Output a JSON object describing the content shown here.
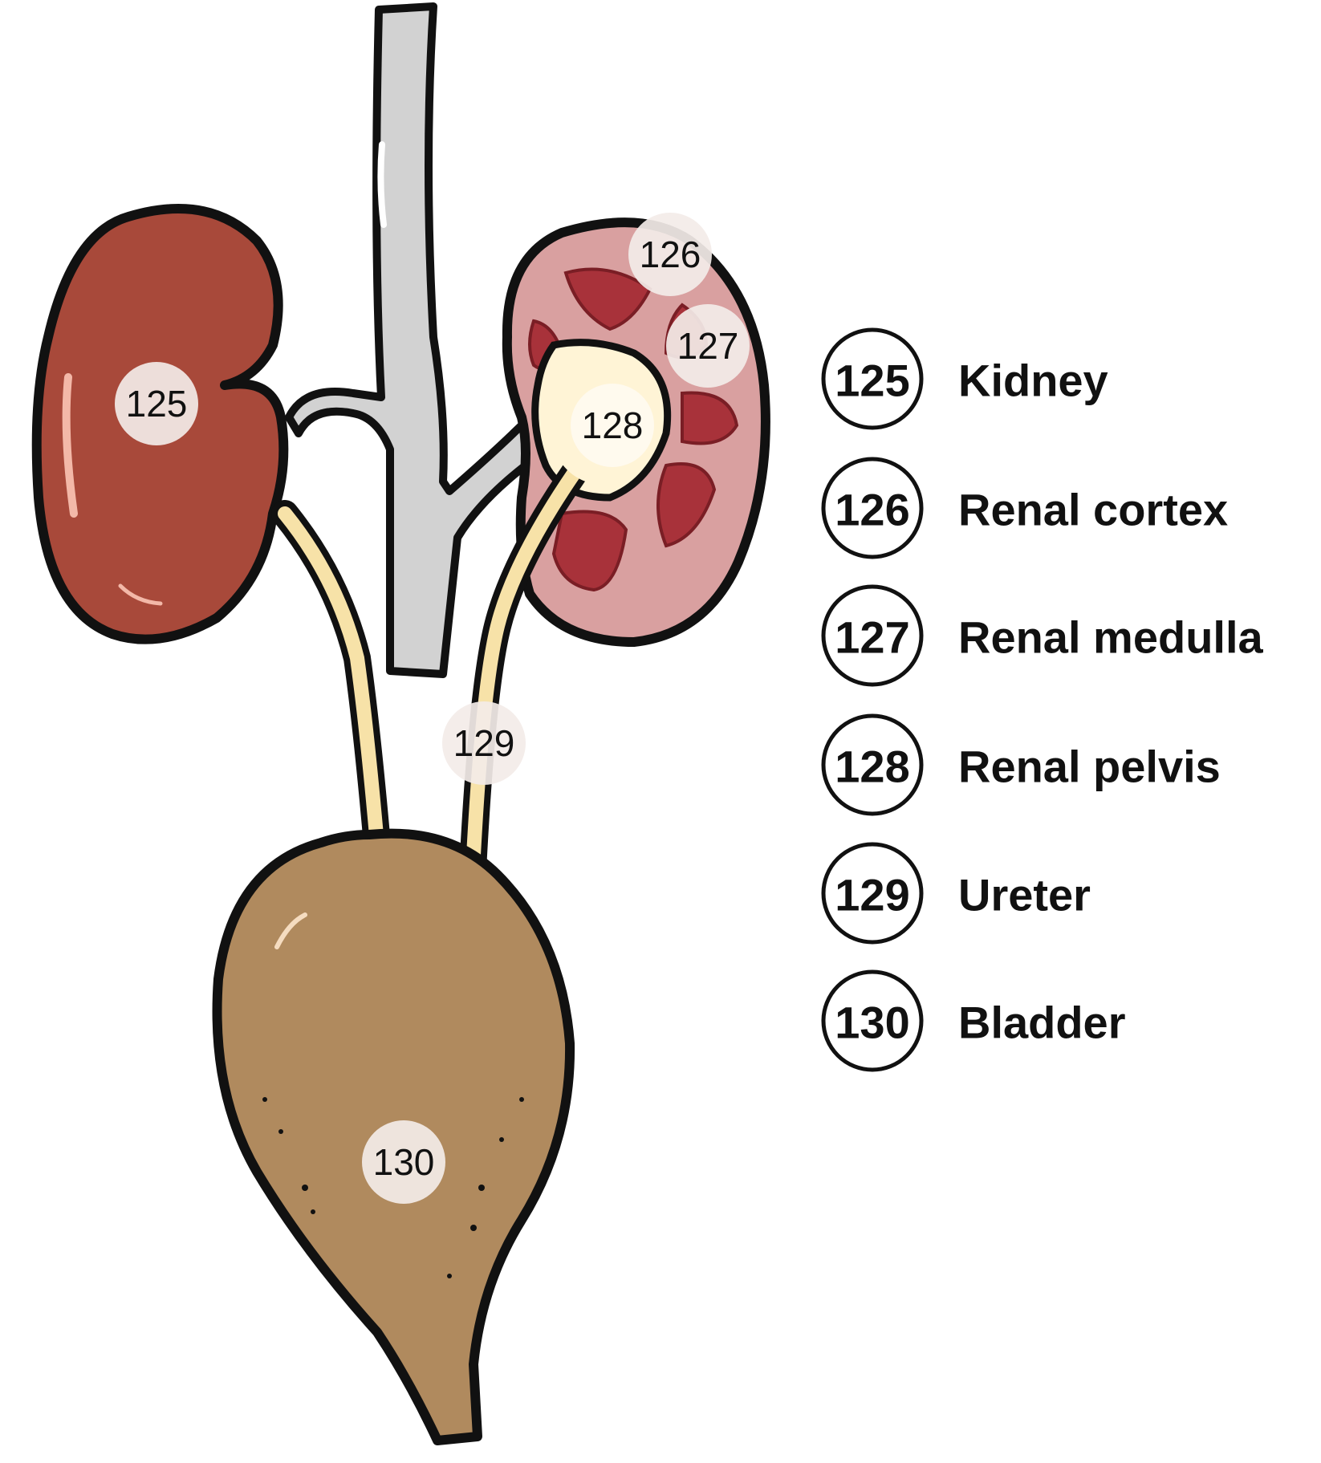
{
  "diagram": {
    "markers": {
      "kidney": "125",
      "cortex": "126",
      "medulla": "127",
      "pelvis": "128",
      "ureter": "129",
      "bladder": "130"
    },
    "legend": [
      {
        "num": "125",
        "label": "Kidney"
      },
      {
        "num": "126",
        "label": "Renal cortex"
      },
      {
        "num": "127",
        "label": "Renal medulla"
      },
      {
        "num": "128",
        "label": "Renal pelvis"
      },
      {
        "num": "129",
        "label": "Ureter"
      },
      {
        "num": "130",
        "label": "Bladder"
      }
    ],
    "colors": {
      "kidney": "#a8493a",
      "cortex": "#d9a0a0",
      "medulla": "#a8323a",
      "pelvis": "#fff4d6",
      "ureter": "#f7e2a8",
      "vessel": "#d2d2d2",
      "bladder": "#b08a5e"
    }
  }
}
